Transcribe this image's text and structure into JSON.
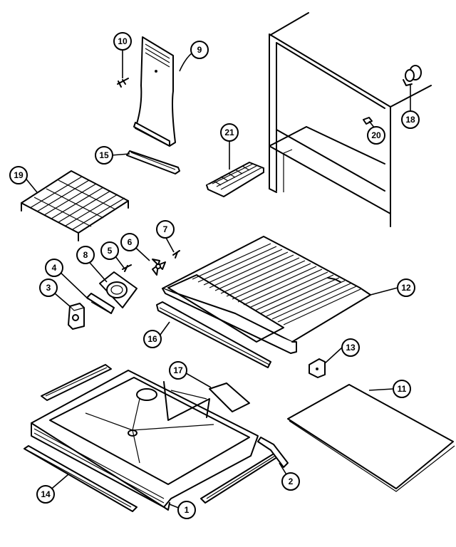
{
  "colors": {
    "ink": "#000000",
    "paper": "#ffffff"
  },
  "callouts": [
    {
      "id": "c10",
      "label": "10"
    },
    {
      "id": "c9",
      "label": "9"
    },
    {
      "id": "c18a",
      "label": "18"
    },
    {
      "id": "c20",
      "label": "20"
    },
    {
      "id": "c21",
      "label": "21"
    },
    {
      "id": "c15",
      "label": "15"
    },
    {
      "id": "c19",
      "label": "19"
    },
    {
      "id": "c7",
      "label": "7"
    },
    {
      "id": "c6",
      "label": "6"
    },
    {
      "id": "c5",
      "label": "5"
    },
    {
      "id": "c8",
      "label": "8"
    },
    {
      "id": "c4",
      "label": "4"
    },
    {
      "id": "c3",
      "label": "3"
    },
    {
      "id": "c12",
      "label": "12"
    },
    {
      "id": "c16",
      "label": "16"
    },
    {
      "id": "c13",
      "label": "13"
    },
    {
      "id": "c17",
      "label": "17"
    },
    {
      "id": "c11",
      "label": "11"
    },
    {
      "id": "c14",
      "label": "14"
    },
    {
      "id": "c2",
      "label": "2"
    },
    {
      "id": "c1",
      "label": "1"
    }
  ]
}
